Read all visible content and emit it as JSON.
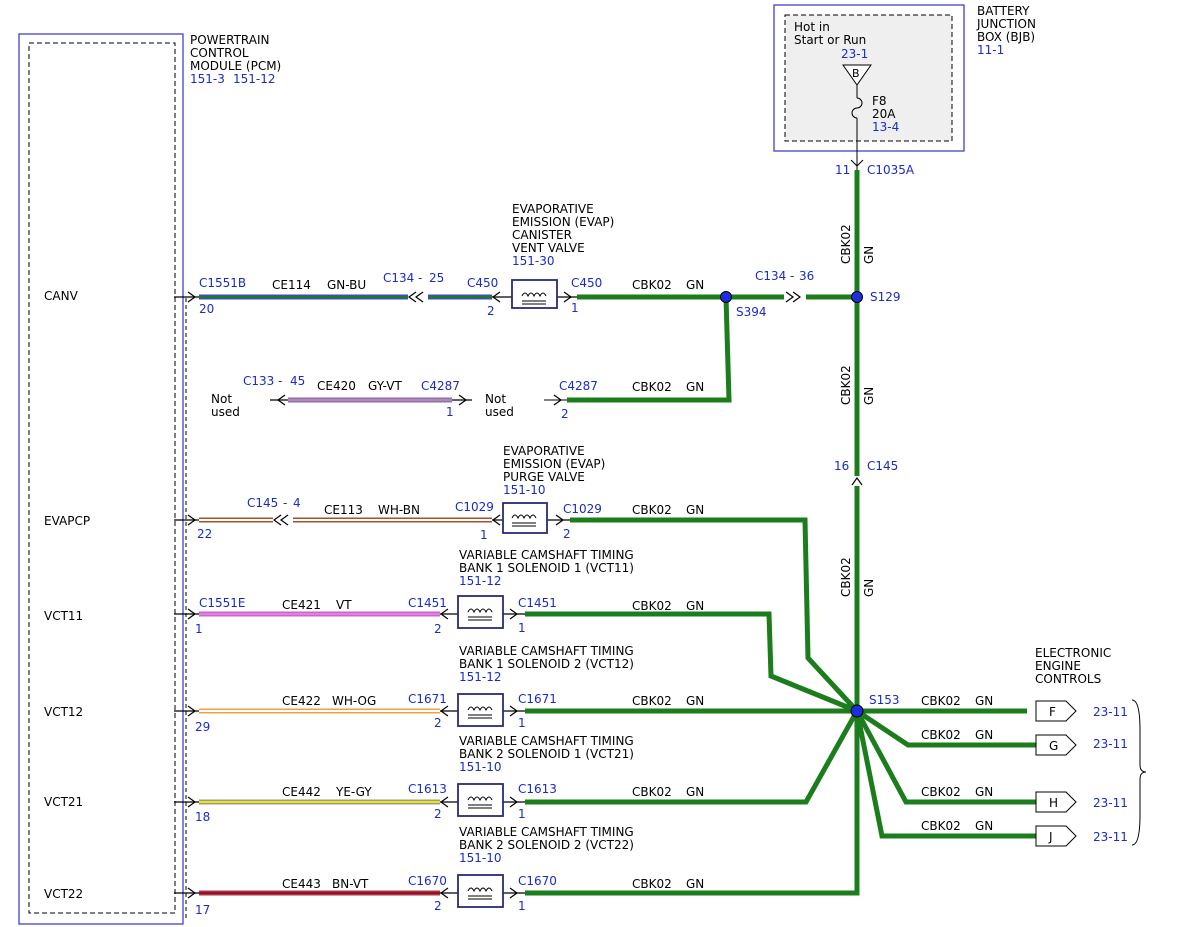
{
  "colors": {
    "ground_green": "#1b7d1b",
    "module_blue": "#3333cc",
    "ref_blue": "#1a2bc8",
    "splice_blue": "#1c2fe0",
    "gn_bu": [
      "#1b7d1b",
      "#3b4dbf"
    ],
    "gy_vt": [
      "#9a9a9a",
      "#a060c0"
    ],
    "wh_bn": [
      "#ffffff",
      "#a0522d"
    ],
    "vt": [
      "#e080e0",
      "#cc66cc"
    ],
    "wh_og": [
      "#ffffff",
      "#f0a040"
    ],
    "ye_gy": [
      "#f2e600",
      "#9a9a9a"
    ],
    "bn_vt": [
      "#8b1a1a",
      "#b03050"
    ]
  },
  "pcm": {
    "title": [
      "POWERTRAIN",
      "CONTROL",
      "MODULE (PCM)"
    ],
    "refs": [
      "151-3",
      "151-12"
    ],
    "pins": [
      "CANV",
      "EVAPCP",
      "VCT11",
      "VCT12",
      "VCT21",
      "VCT22"
    ]
  },
  "bjb": {
    "title": [
      "BATTERY",
      "JUNCTION",
      "BOX (BJB)"
    ],
    "ref": "11-1",
    "hot": [
      "Hot in",
      "Start or Run"
    ],
    "hot_ref": "23-1",
    "bus": "B",
    "fuse": "F8",
    "amps": "20A",
    "fuse_ref": "13-4",
    "conn_pin": "11",
    "connector": "C1035A"
  },
  "components": {
    "canister": {
      "name": [
        "EVAPORATIVE",
        "EMISSION (EVAP)",
        "CANISTER",
        "VENT VALVE"
      ],
      "ref": "151-30"
    },
    "purge": {
      "name": [
        "EVAPORATIVE",
        "EMISSION (EVAP)",
        "PURGE VALVE"
      ],
      "ref": "151-10"
    },
    "vct11": {
      "name": [
        "VARIABLE CAMSHAFT TIMING",
        "BANK 1 SOLENOID 1 (VCT11)"
      ],
      "ref": "151-12"
    },
    "vct12": {
      "name": [
        "VARIABLE CAMSHAFT TIMING",
        "BANK 1 SOLENOID 2 (VCT12)"
      ],
      "ref": "151-12"
    },
    "vct21": {
      "name": [
        "VARIABLE CAMSHAFT TIMING",
        "BANK 2 SOLENOID 1 (VCT21)"
      ],
      "ref": "151-10"
    },
    "vct22": {
      "name": [
        "VARIABLE CAMSHAFT TIMING",
        "BANK 2 SOLENOID 2 (VCT22)"
      ],
      "ref": "151-10"
    }
  },
  "circuits": {
    "canv": {
      "conn": "C1551B",
      "pin": "20",
      "circuit": "CE114",
      "color": "GN-BU",
      "inline_conn": "C134",
      "inline_pin": "25",
      "comp_conn": "C450",
      "comp_pin": "2"
    },
    "ce420": {
      "inline_conn": "C133",
      "inline_pin": "45",
      "circuit": "CE420",
      "color": "GY-VT",
      "conn": "C4287",
      "pin": "1",
      "not_used": [
        "Not",
        "used"
      ]
    },
    "evapcp": {
      "pin": "22",
      "inline_conn": "C145",
      "inline_pin": "4",
      "circuit": "CE113",
      "color": "WH-BN",
      "comp_conn": "C1029",
      "comp_pin": "1"
    },
    "vct11": {
      "conn": "C1551E",
      "pin": "1",
      "circuit": "CE421",
      "color": "VT",
      "comp_conn": "C1451",
      "comp_pin": "2"
    },
    "vct12": {
      "pin": "29",
      "circuit": "CE422",
      "color": "WH-OG",
      "comp_conn": "C1671",
      "comp_pin": "2"
    },
    "vct21": {
      "pin": "18",
      "circuit": "CE442",
      "color": "YE-GY",
      "comp_conn": "C1613",
      "comp_pin": "2"
    },
    "vct22": {
      "pin": "17",
      "circuit": "CE443",
      "color": "BN-VT",
      "comp_conn": "C1670",
      "comp_pin": "2"
    }
  },
  "grounds": {
    "circuit": "CBK02",
    "color": "GN",
    "canister": {
      "conn": "C450",
      "pin": "1"
    },
    "s394": "S394",
    "c134": {
      "conn": "C134",
      "pin": "36"
    },
    "s129": "S129",
    "c4287": {
      "conn": "C4287",
      "pin": "2",
      "not_used": [
        "Not",
        "used"
      ]
    },
    "c145": {
      "conn": "C145",
      "pin": "16"
    },
    "purge": {
      "conn": "C1029",
      "pin": "2"
    },
    "vct11": {
      "conn": "C1451",
      "pin": "1"
    },
    "vct12": {
      "conn": "C1671",
      "pin": "1"
    },
    "vct21": {
      "conn": "C1613",
      "pin": "1"
    },
    "vct22": {
      "conn": "C1670",
      "pin": "1"
    },
    "s153": "S153"
  },
  "eec": {
    "title": [
      "ELECTRONIC",
      "ENGINE",
      "CONTROLS"
    ],
    "tags": [
      "F",
      "G",
      "H",
      "J"
    ],
    "refs": [
      "23-11",
      "23-11",
      "23-11",
      "23-11"
    ]
  }
}
